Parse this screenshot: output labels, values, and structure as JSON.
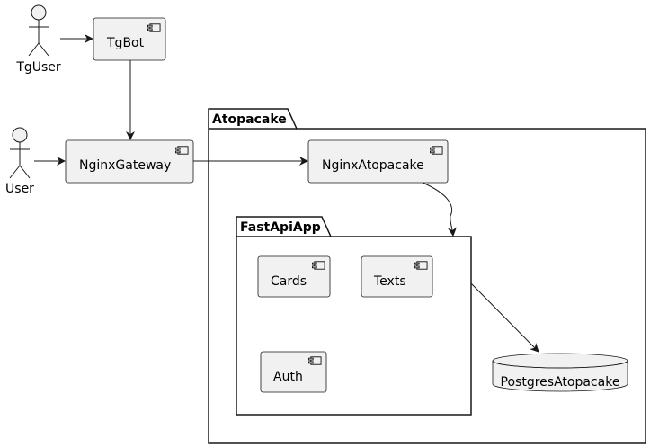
{
  "colors": {
    "node_fill": "#F1F1F1",
    "stroke": "#181818",
    "background": "#FFFFFF"
  },
  "actors": {
    "tguser": {
      "label": "TgUser"
    },
    "user": {
      "label": "User"
    }
  },
  "components": {
    "tgbot": {
      "label": "TgBot",
      "icon": "component-icon"
    },
    "nginx_gateway": {
      "label": "NginxGateway",
      "icon": "component-icon"
    },
    "nginx_atopacake": {
      "label": "NginxAtopacake",
      "icon": "component-icon"
    },
    "cards": {
      "label": "Cards",
      "icon": "component-icon"
    },
    "texts": {
      "label": "Texts",
      "icon": "component-icon"
    },
    "auth": {
      "label": "Auth",
      "icon": "component-icon"
    }
  },
  "packages": {
    "atopacake": {
      "label": "Atopacake"
    },
    "fastapiapp": {
      "label": "FastApiApp"
    }
  },
  "databases": {
    "postgres": {
      "label": "PostgresAtopacake",
      "icon": "database-icon"
    }
  },
  "edges": [
    {
      "from": "TgUser",
      "to": "TgBot"
    },
    {
      "from": "TgBot",
      "to": "NginxGateway"
    },
    {
      "from": "User",
      "to": "NginxGateway"
    },
    {
      "from": "NginxGateway",
      "to": "NginxAtopacake"
    },
    {
      "from": "NginxAtopacake",
      "to": "FastApiApp"
    },
    {
      "from": "FastApiApp",
      "to": "PostgresAtopacake"
    }
  ]
}
